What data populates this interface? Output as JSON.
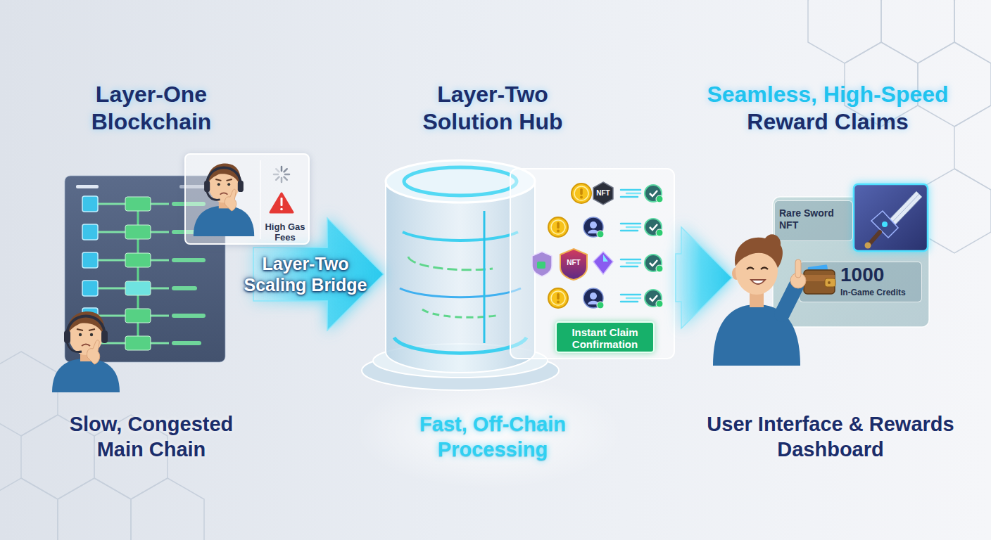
{
  "diagram": {
    "nodes": [
      {
        "text": [
          "Layer-One Blockchain",
          "Slow, Congested Main Chain"
        ]
      },
      {
        "text": [
          "High Gas Fees"
        ],
        "in": 0
      },
      {
        "text": [
          "Layer-Two Solution Hub",
          "Fast, Off-Chain Processing"
        ]
      },
      {
        "text": [
          "Instant Claim Confirmation"
        ],
        "in": 2
      },
      {
        "text": [
          "Seamless, High-Speed Reward Claims",
          "User Interface & Rewards Dashboard"
        ]
      },
      {
        "text": [
          "Rare Sword NFT"
        ],
        "in": 4
      },
      {
        "text": [
          "1000",
          "In-Game Credits"
        ],
        "in": 4
      }
    ],
    "edges": [
      {
        "from": 0,
        "to": 2,
        "label": "Layer-Two Scaling Bridge",
        "arrow": "to"
      },
      {
        "from": 2,
        "to": 4,
        "arrow": "to"
      }
    ],
    "labels": [
      "NFT",
      "NFT"
    ]
  }
}
